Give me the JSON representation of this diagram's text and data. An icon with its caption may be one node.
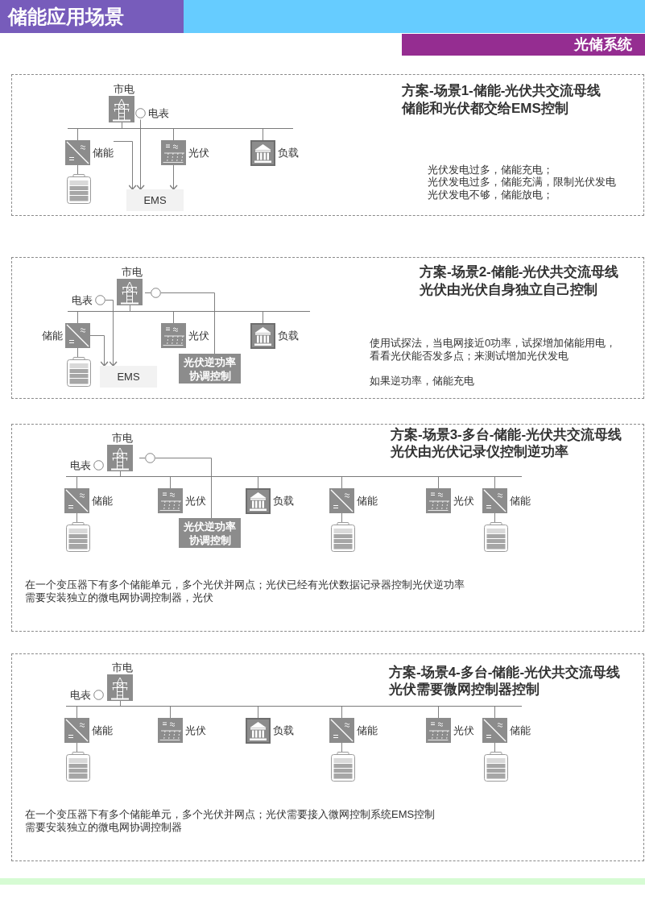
{
  "diagram": {
    "title": "储能应用场景",
    "nodes": [
      {
        "text": [
          "方案-场景1-储能-光伏共交流母线",
          "储能和光伏都交给EMS控制",
          "光伏发电过多，储能充电；",
          "光伏发电过多，储能充满，限制光伏发电",
          "光伏发电不够，储能放电；"
        ]
      },
      {
        "text": [
          "市电"
        ],
        "in": 0
      },
      {
        "text": [
          "电表"
        ],
        "in": 0
      },
      {
        "text": [],
        "shape": "bar",
        "in": 0
      },
      {
        "text": [
          "储能"
        ],
        "in": 0
      },
      {
        "text": [],
        "shape": "picture",
        "in": 0
      },
      {
        "text": [
          "光伏"
        ],
        "in": 0
      },
      {
        "text": [
          "负载"
        ],
        "in": 0
      },
      {
        "text": [
          "EMS"
        ],
        "in": 0
      },
      {
        "text": [
          "方案-场景2-储能-光伏共交流母线",
          "光伏由光伏自身独立自己控制",
          "使用试探法，当电网接近0功率，试探增加储能用电，看看光伏能否发多点；来测试增加光伏发电",
          "如果逆功率，储能充电"
        ]
      },
      {
        "text": [
          "市电"
        ],
        "in": 9
      },
      {
        "text": [
          "电表"
        ],
        "in": 9
      },
      {
        "text": [],
        "shape": "circle",
        "in": 9
      },
      {
        "text": [],
        "shape": "bar",
        "in": 9
      },
      {
        "text": [
          "储能"
        ],
        "in": 9
      },
      {
        "text": [],
        "shape": "picture",
        "in": 9
      },
      {
        "text": [
          "光伏"
        ],
        "in": 9
      },
      {
        "text": [
          "负载"
        ],
        "in": 9
      },
      {
        "text": [
          "EMS"
        ],
        "in": 9
      },
      {
        "text": [
          "光伏逆功率协调控制"
        ],
        "in": 9
      },
      {
        "text": [
          "方案-场景3-多台-储能-光伏共交流母线",
          "光伏由光伏记录仪控制逆功率",
          "在一个变压器下有多个储能单元，多个光伏并网点；光伏已经有光伏数据记录器控制光伏逆功率",
          "需要安装独立的微电网协调控制器，光伏"
        ]
      },
      {
        "text": [
          "市电"
        ],
        "in": 20
      },
      {
        "text": [
          "电表"
        ],
        "in": 20
      },
      {
        "text": [],
        "shape": "circle",
        "in": 20
      },
      {
        "text": [],
        "shape": "bar",
        "in": 20
      },
      {
        "text": [
          "储能"
        ],
        "in": 20
      },
      {
        "text": [],
        "shape": "picture",
        "in": 20
      },
      {
        "text": [
          "光伏"
        ],
        "in": 20
      },
      {
        "text": [
          "负载"
        ],
        "in": 20
      },
      {
        "text": [
          "储能"
        ],
        "in": 20
      },
      {
        "text": [],
        "shape": "picture",
        "in": 20
      },
      {
        "text": [
          "光伏"
        ],
        "in": 20
      },
      {
        "text": [
          "储能"
        ],
        "in": 20
      },
      {
        "text": [],
        "shape": "picture",
        "in": 20
      },
      {
        "text": [
          "光伏逆功率协调控制"
        ],
        "in": 20
      },
      {
        "text": [
          "方案-场景4-多台-储能-光伏共交流母线",
          "光伏需要微网控制器控制",
          "在一个变压器下有多个储能单元，多个光伏并网点；光伏需要接入微网控制系统EMS控制",
          "需要安装独立的微电网协调控制器"
        ]
      },
      {
        "text": [
          "市电"
        ],
        "in": 35
      },
      {
        "text": [
          "电表"
        ],
        "in": 35
      },
      {
        "text": [],
        "shape": "bar",
        "in": 35
      },
      {
        "text": [
          "储能"
        ],
        "in": 35
      },
      {
        "text": [],
        "shape": "picture",
        "in": 35
      },
      {
        "text": [
          "光伏"
        ],
        "in": 35
      },
      {
        "text": [
          "负载"
        ],
        "in": 35
      },
      {
        "text": [
          "储能"
        ],
        "in": 35
      },
      {
        "text": [],
        "shape": "picture",
        "in": 35
      },
      {
        "text": [
          "光伏"
        ],
        "in": 35
      },
      {
        "text": [
          "储能"
        ],
        "in": 35
      },
      {
        "text": [],
        "shape": "picture",
        "in": 35
      }
    ],
    "edges": [
      {
        "from": 1,
        "to": 3,
        "arrow": "none"
      },
      {
        "from": 3,
        "to": 4,
        "arrow": "none"
      },
      {
        "from": 4,
        "to": 5,
        "arrow": "none"
      },
      {
        "from": 3,
        "to": 6,
        "arrow": "none"
      },
      {
        "from": 3,
        "to": 7,
        "arrow": "none"
      },
      {
        "from": 2,
        "to": 8,
        "arrow": "to"
      },
      {
        "from": 4,
        "to": 8,
        "arrow": "to"
      },
      {
        "from": 6,
        "to": 8,
        "arrow": "to"
      },
      {
        "from": 10,
        "to": 13,
        "arrow": "none"
      },
      {
        "from": 13,
        "to": 14,
        "arrow": "none"
      },
      {
        "from": 14,
        "to": 15,
        "arrow": "none"
      },
      {
        "from": 13,
        "to": 16,
        "arrow": "none"
      },
      {
        "from": 13,
        "to": 17,
        "arrow": "none"
      },
      {
        "from": 11,
        "to": 18,
        "arrow": "to"
      },
      {
        "from": 14,
        "to": 18,
        "arrow": "to"
      },
      {
        "from": 12,
        "to": 19,
        "arrow": "none"
      },
      {
        "from": 21,
        "to": 24,
        "arrow": "none"
      },
      {
        "from": 24,
        "to": 25,
        "arrow": "none"
      },
      {
        "from": 25,
        "to": 26,
        "arrow": "none"
      },
      {
        "from": 24,
        "to": 27,
        "arrow": "none"
      },
      {
        "from": 24,
        "to": 28,
        "arrow": "none"
      },
      {
        "from": 24,
        "to": 29,
        "arrow": "none"
      },
      {
        "from": 29,
        "to": 30,
        "arrow": "none"
      },
      {
        "from": 24,
        "to": 31,
        "arrow": "none"
      },
      {
        "from": 24,
        "to": 32,
        "arrow": "none"
      },
      {
        "from": 32,
        "to": 33,
        "arrow": "none"
      },
      {
        "from": 23,
        "to": 34,
        "arrow": "none"
      },
      {
        "from": 36,
        "to": 38,
        "arrow": "none"
      },
      {
        "from": 38,
        "to": 39,
        "arrow": "none"
      },
      {
        "from": 39,
        "to": 40,
        "arrow": "none"
      },
      {
        "from": 38,
        "to": 41,
        "arrow": "none"
      },
      {
        "from": 38,
        "to": 42,
        "arrow": "none"
      },
      {
        "from": 38,
        "to": 43,
        "arrow": "none"
      },
      {
        "from": 43,
        "to": 44,
        "arrow": "none"
      },
      {
        "from": 38,
        "to": 45,
        "arrow": "none"
      },
      {
        "from": 38,
        "to": 46,
        "arrow": "none"
      },
      {
        "from": 46,
        "to": 47,
        "arrow": "none"
      }
    ],
    "labels": [
      "光储系统"
    ]
  }
}
